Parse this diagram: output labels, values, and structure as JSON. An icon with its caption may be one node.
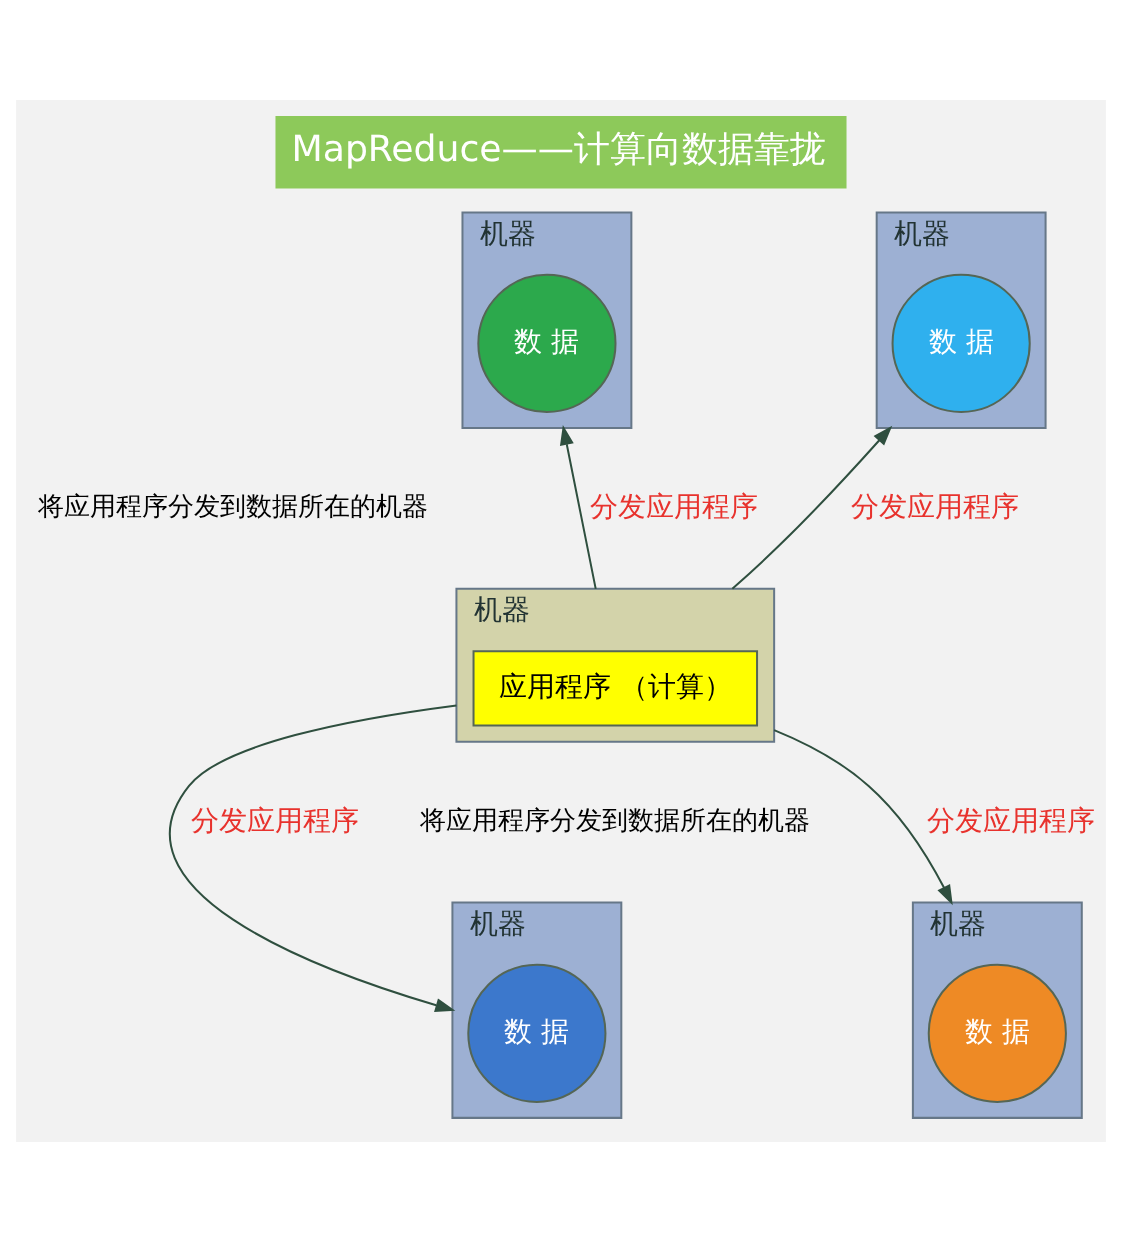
{
  "diagram": {
    "title": "MapReduce——计算向数据靠拢",
    "nodes": [
      {
        "text": [
          "机器"
        ]
      },
      {
        "text": [
          "数 据"
        ],
        "in": 0
      },
      {
        "text": [
          "机器"
        ]
      },
      {
        "text": [
          "数 据"
        ],
        "in": 2
      },
      {
        "text": [
          "机器"
        ]
      },
      {
        "text": [
          "应用程序 （计算）"
        ],
        "in": 4
      },
      {
        "text": [
          "机器"
        ]
      },
      {
        "text": [
          "数 据"
        ],
        "in": 6
      },
      {
        "text": [
          "机器"
        ]
      },
      {
        "text": [
          "数 据"
        ],
        "in": 8
      }
    ],
    "edges": [
      {
        "from": 4,
        "to": 0,
        "arrow": "to",
        "label": "分发应用程序"
      },
      {
        "from": 4,
        "to": 2,
        "arrow": "to",
        "label": "分发应用程序"
      },
      {
        "from": 4,
        "to": 6,
        "arrow": "to",
        "label": "分发应用程序"
      },
      {
        "from": 4,
        "to": 8,
        "arrow": "to",
        "label": "分发应用程序"
      }
    ],
    "labels": [
      "将应用程序分发到数据所在的机器",
      "将应用程序分发到数据所在的机器"
    ]
  }
}
